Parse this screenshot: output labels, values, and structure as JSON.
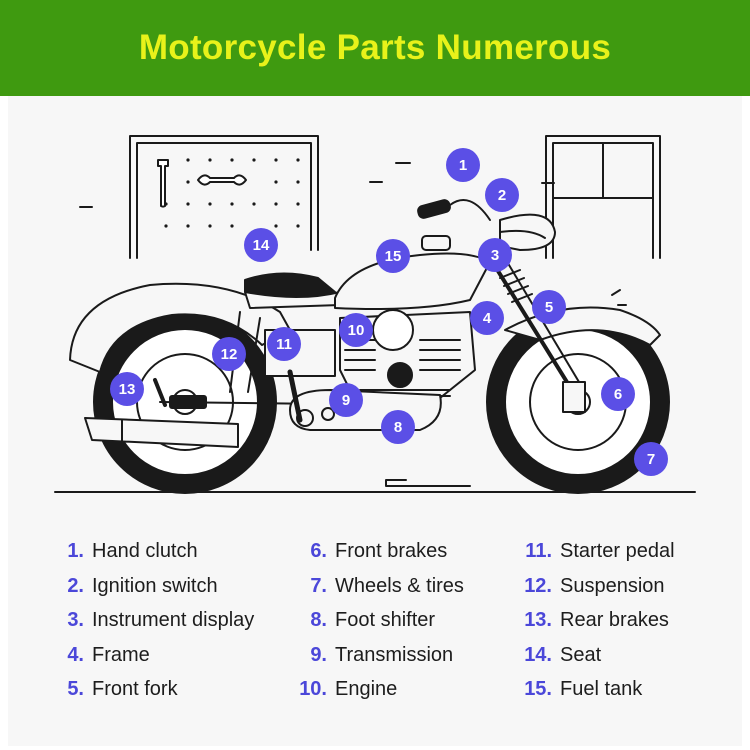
{
  "title": "Motorcycle Parts Numerous",
  "colors": {
    "header_bg": "#3f9a10",
    "title_text": "#e8f21a",
    "badge": "#5b4fe6",
    "number_text": "#4b47d9"
  },
  "parts": [
    {
      "num": "1.",
      "label": "Hand clutch"
    },
    {
      "num": "2.",
      "label": "Ignition switch"
    },
    {
      "num": "3.",
      "label": "Instrument display"
    },
    {
      "num": "4.",
      "label": "Frame"
    },
    {
      "num": "5.",
      "label": "Front fork"
    },
    {
      "num": "6.",
      "label": "Front brakes"
    },
    {
      "num": "7.",
      "label": "Wheels & tires"
    },
    {
      "num": "8.",
      "label": "Foot shifter"
    },
    {
      "num": "9.",
      "label": "Transmission"
    },
    {
      "num": "10.",
      "label": "Engine"
    },
    {
      "num": "11.",
      "label": "Starter pedal"
    },
    {
      "num": "12.",
      "label": "Suspension"
    },
    {
      "num": "13.",
      "label": "Rear brakes"
    },
    {
      "num": "14.",
      "label": "Seat"
    },
    {
      "num": "15.",
      "label": "Fuel tank"
    }
  ],
  "badges": [
    "1",
    "2",
    "3",
    "4",
    "5",
    "6",
    "7",
    "8",
    "9",
    "10",
    "11",
    "12",
    "13",
    "14",
    "15"
  ]
}
